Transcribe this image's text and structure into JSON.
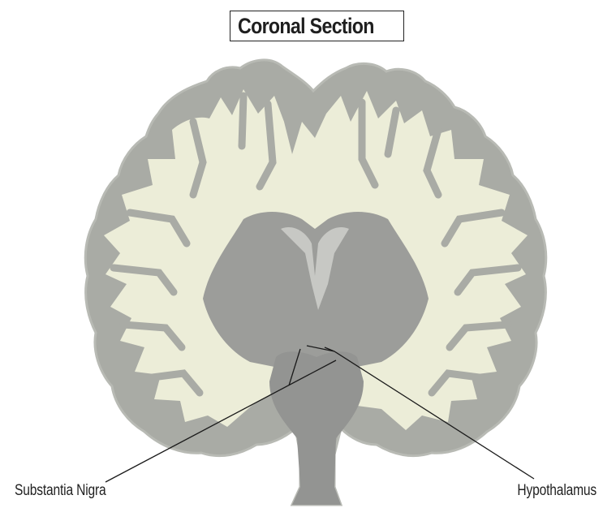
{
  "diagram": {
    "title": "Coronal Section",
    "labels": {
      "substantia_nigra": "Substantia Nigra",
      "hypothalamus": "Hypothalamus"
    },
    "colors": {
      "gray_matter": "#a7aaa3",
      "white_matter": "#ecedd8",
      "deep_structures": "#9b9c99",
      "brainstem": "#949593",
      "leader_line": "#1a1a1a"
    }
  }
}
